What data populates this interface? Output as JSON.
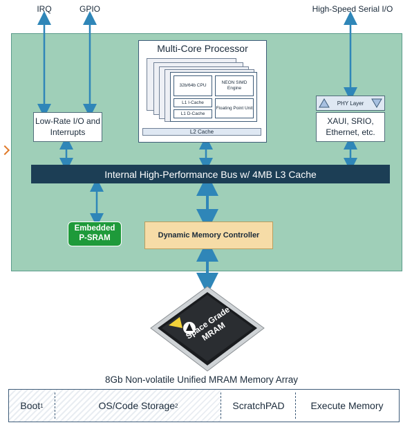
{
  "top_labels": {
    "irq": "IRQ",
    "gpio": "GPIO",
    "hs_serial": "High-Speed Serial I/O"
  },
  "processor": {
    "title": "Multi-Core Processor",
    "cpu": "32b/64b CPU",
    "neon": "NEON SIMD Engine",
    "l1_icache": "L1 I-Cache",
    "l1_dcache": "L1 D-Cache",
    "fpu": "Floating Point Unit",
    "l2": "L2 Cache"
  },
  "low_rate_io": "Low-Rate I/O and Interrupts",
  "phy_layer": "PHY Layer",
  "serial_protocols": "XAUI, SRIO, Ethernet, etc.",
  "bus": "Internal High-Performance Bus w/ 4MB L3 Cache",
  "psram": {
    "line1": "Embedded",
    "line2": "P-SRAM"
  },
  "dmc": "Dynamic Memory Controller",
  "chip": {
    "line1": "Space Grade",
    "line2": "MRAM"
  },
  "array": {
    "title": "8Gb Non-volatile Unified MRAM Memory Array",
    "segments": [
      {
        "label": "Boot",
        "sup": "1"
      },
      {
        "label": "OS/Code Storage",
        "sup": "2"
      },
      {
        "label": "ScratchPAD",
        "sup": ""
      },
      {
        "label": "Execute Memory",
        "sup": ""
      }
    ]
  },
  "colors": {
    "soc_bg": "#9fcfb8",
    "bus": "#1c3e55",
    "arrow": "#2f86b8",
    "psram": "#1e9a3a",
    "dmc": "#f6dca7"
  }
}
